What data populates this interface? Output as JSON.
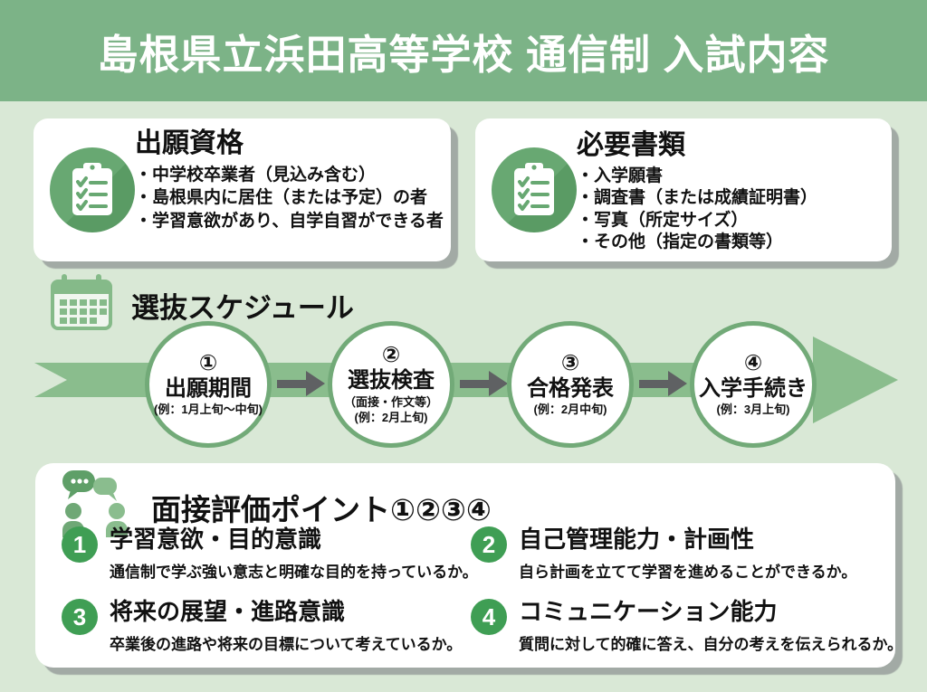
{
  "page": {
    "title": "島根県立浜田高等学校 通信制 入試内容"
  },
  "colors": {
    "header_green": "#7cb387",
    "background_green": "#d9e8d6",
    "band_green": "#8abd8d",
    "circle_border_green": "#72aa78",
    "icon_circle_green": "#68a872",
    "badge_green": "#3f9e54",
    "arrow_gray": "#5f6163",
    "card_white": "#ffffff",
    "text_black": "#111111"
  },
  "cards": {
    "qualifications": {
      "icon": "clipboard-checklist-icon",
      "title": "出願資格",
      "items": [
        "・中学校卒業者（見込み含む）",
        "・島根県内に居住（または予定）の者",
        "・学習意欲があり、自学自習ができる者"
      ]
    },
    "documents": {
      "icon": "clipboard-checklist-icon",
      "title": "必要書類",
      "items": [
        "・入学願書",
        "・調査書（または成績証明書）",
        "・写真（所定サイズ）",
        "・その他（指定の書類等）"
      ]
    }
  },
  "schedule": {
    "icon": "calendar-icon",
    "title": "選抜スケジュール",
    "steps": [
      {
        "num": "①",
        "label": "出願期間",
        "sub1": "(例：1月上旬～中旬)",
        "sub2": ""
      },
      {
        "num": "②",
        "label": "選抜検査",
        "sub1": "（面接・作文等）",
        "sub2": "(例：2月上旬)"
      },
      {
        "num": "③",
        "label": "合格発表",
        "sub1": "(例：2月中旬)",
        "sub2": ""
      },
      {
        "num": "④",
        "label": "入学手続き",
        "sub1": "(例：3月上旬)",
        "sub2": ""
      }
    ]
  },
  "interview": {
    "icon": "people-chat-icon",
    "title": "面接評価ポイント①②③④",
    "points": [
      {
        "num": "1",
        "heading": "学習意欲・目的意識",
        "desc": "通信制で学ぶ強い意志と明確な目的を持っているか。"
      },
      {
        "num": "2",
        "heading": "自己管理能力・計画性",
        "desc": "自ら計画を立てて学習を進めることができるか。"
      },
      {
        "num": "3",
        "heading": "将来の展望・進路意識",
        "desc": "卒業後の進路や将来の目標について考えているか。"
      },
      {
        "num": "4",
        "heading": "コミュニケーション能力",
        "desc": "質問に対して的確に答え、自分の考えを伝えられるか。"
      }
    ]
  }
}
